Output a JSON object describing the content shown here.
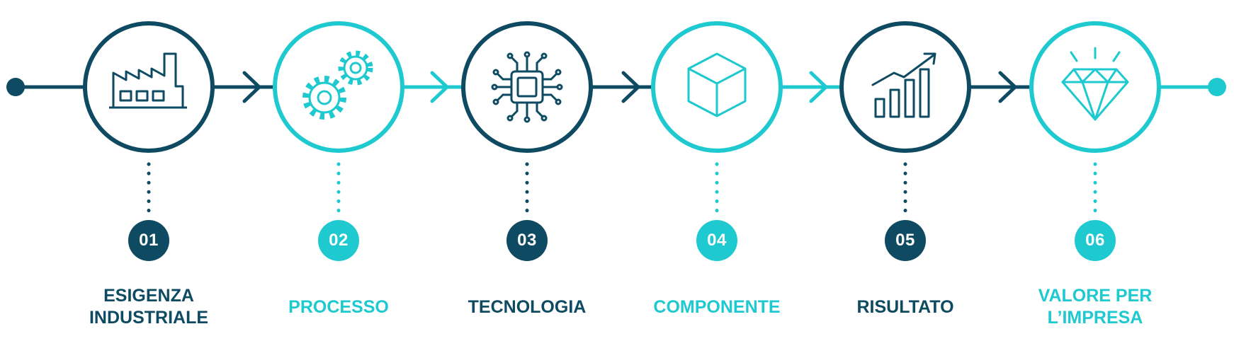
{
  "colors": {
    "dark": "#0e4a61",
    "teal": "#1ec9cf"
  },
  "steps": [
    {
      "number": "01",
      "lines": [
        "ESIGENZA",
        "INDUSTRIALE"
      ],
      "color": "dark",
      "icon": "factory-icon"
    },
    {
      "number": "02",
      "lines": [
        "PROCESSO"
      ],
      "color": "teal",
      "icon": "gears-icon"
    },
    {
      "number": "03",
      "lines": [
        "TECNOLOGIA"
      ],
      "color": "dark",
      "icon": "chip-icon"
    },
    {
      "number": "04",
      "lines": [
        "COMPONENTE"
      ],
      "color": "teal",
      "icon": "cube-icon"
    },
    {
      "number": "05",
      "lines": [
        "RISULTATO"
      ],
      "color": "dark",
      "icon": "growth-chart-icon"
    },
    {
      "number": "06",
      "lines": [
        "VALORE PER",
        "L’IMPRESA"
      ],
      "color": "teal",
      "icon": "diamond-icon"
    }
  ]
}
